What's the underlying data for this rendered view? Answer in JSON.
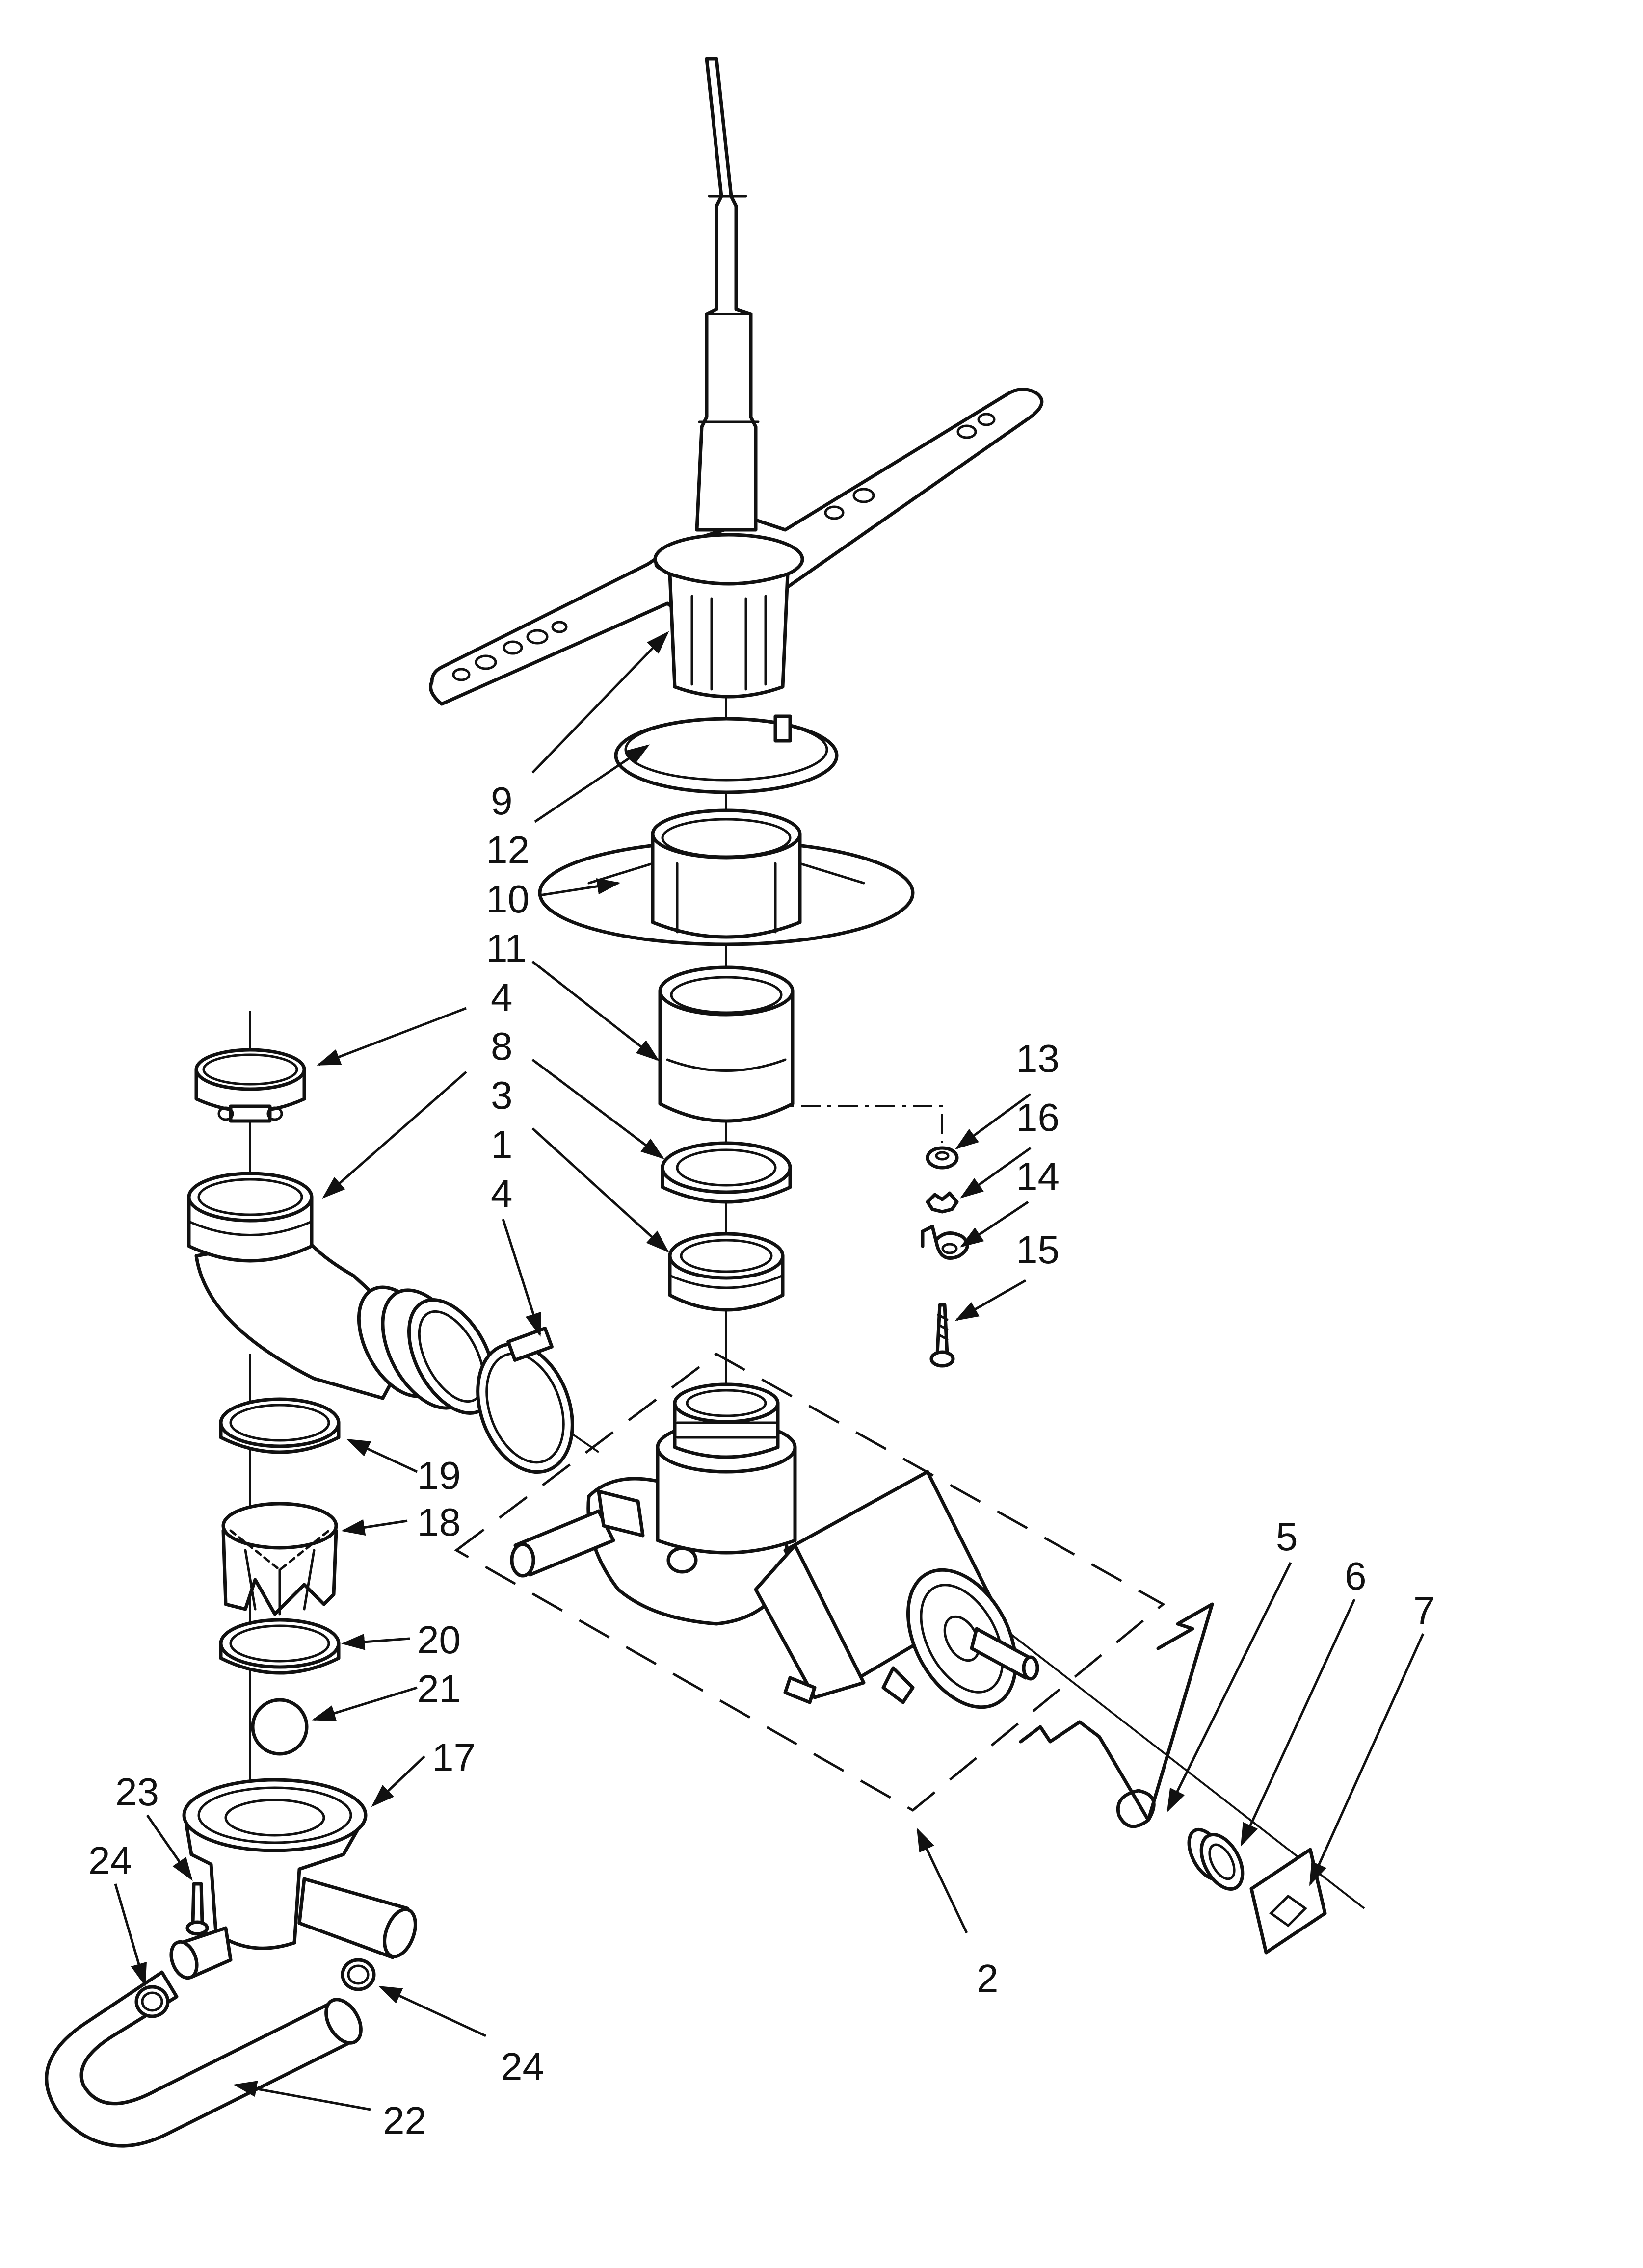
{
  "labels": [
    {
      "id": "9",
      "text": "9"
    },
    {
      "id": "12",
      "text": "12"
    },
    {
      "id": "10",
      "text": "10"
    },
    {
      "id": "11",
      "text": "11"
    },
    {
      "id": "4a",
      "text": "4"
    },
    {
      "id": "8",
      "text": "8"
    },
    {
      "id": "3",
      "text": "3"
    },
    {
      "id": "1",
      "text": "1"
    },
    {
      "id": "4b",
      "text": "4"
    },
    {
      "id": "13",
      "text": "13"
    },
    {
      "id": "16",
      "text": "16"
    },
    {
      "id": "14",
      "text": "14"
    },
    {
      "id": "15",
      "text": "15"
    },
    {
      "id": "19",
      "text": "19"
    },
    {
      "id": "18",
      "text": "18"
    },
    {
      "id": "20",
      "text": "20"
    },
    {
      "id": "21",
      "text": "21"
    },
    {
      "id": "17",
      "text": "17"
    },
    {
      "id": "23",
      "text": "23"
    },
    {
      "id": "24a",
      "text": "24"
    },
    {
      "id": "24b",
      "text": "24"
    },
    {
      "id": "22",
      "text": "22"
    },
    {
      "id": "5",
      "text": "5"
    },
    {
      "id": "6",
      "text": "6"
    },
    {
      "id": "7",
      "text": "7"
    },
    {
      "id": "2",
      "text": "2"
    }
  ]
}
